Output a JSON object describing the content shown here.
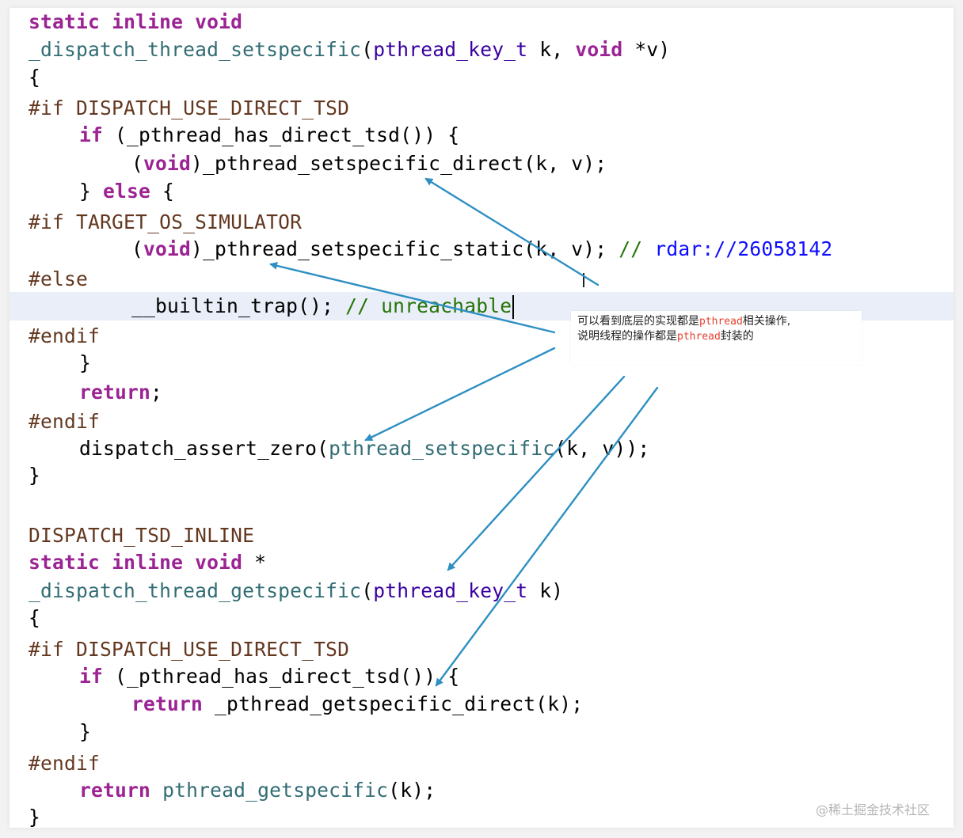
{
  "code": {
    "l1": {
      "a": "static",
      "b": "inline",
      "c": "void"
    },
    "l2": {
      "fn": "_dispatch_thread_setspecific",
      "open": "(",
      "ty": "pthread_key_t",
      "mid": " k, ",
      "kw": "void",
      "end": " *v)"
    },
    "l3": "{",
    "l4": "#if DISPATCH_USE_DIRECT_TSD",
    "l5": {
      "kw": "if",
      "rest": " (_pthread_has_direct_tsd()) {"
    },
    "l6": {
      "open": "(",
      "kw": "void",
      "rest": ")_pthread_setspecific_direct(k, v);"
    },
    "l7": {
      "pre": "} ",
      "kw": "else",
      "post": " {"
    },
    "l8": "#if TARGET_OS_SIMULATOR",
    "l9": {
      "open": "(",
      "kw": "void",
      "rest": ")_pthread_setspecific_static(k, v); ",
      "comment": "// ",
      "link": "rdar://26058142"
    },
    "l10": "#else",
    "l11": {
      "code": "__builtin_trap(); ",
      "comment": "// unreachable"
    },
    "l12": "#endif",
    "l13": "}",
    "l14": {
      "kw": "return",
      "rest": ";"
    },
    "l15": "#endif",
    "l16": {
      "fn": "dispatch_assert_zero",
      "open": "(",
      "call": "pthread_setspecific",
      "rest": "(k, v));"
    },
    "l17": "}",
    "l18": "DISPATCH_TSD_INLINE",
    "l19": {
      "a": "static",
      "b": "inline",
      "c": "void",
      "d": " *"
    },
    "l20": {
      "fn": "_dispatch_thread_getspecific",
      "open": "(",
      "ty": "pthread_key_t",
      "rest": " k)"
    },
    "l21": "{",
    "l22": "#if DISPATCH_USE_DIRECT_TSD",
    "l23": {
      "kw": "if",
      "rest": " (_pthread_has_direct_tsd()) {"
    },
    "l24": {
      "kw": "return",
      "rest": " _pthread_getspecific_direct(k);"
    },
    "l25": "}",
    "l26": "#endif",
    "l27": {
      "kw": "return",
      "call": "pthread_getspecific",
      "rest": "(k);"
    },
    "l28": "}"
  },
  "note": {
    "part1": "可以看到底层的实现都是",
    "code1": "pthread",
    "part2": "相关操作,",
    "part3": "说明线程的操作都是",
    "code2": "pthread",
    "part4": "封装的"
  },
  "watermark": "@稀土掘金技术社区",
  "colors": {
    "keyword": "#9b2393",
    "function": "#326d74",
    "type": "#3900a0",
    "preprocessor": "#643820",
    "comment": "#267507",
    "link": "#0e0eff",
    "arrow": "#2e8fc2",
    "note_code": "#e33e2b"
  },
  "icons": {
    "cursor": "text-cursor-icon"
  }
}
